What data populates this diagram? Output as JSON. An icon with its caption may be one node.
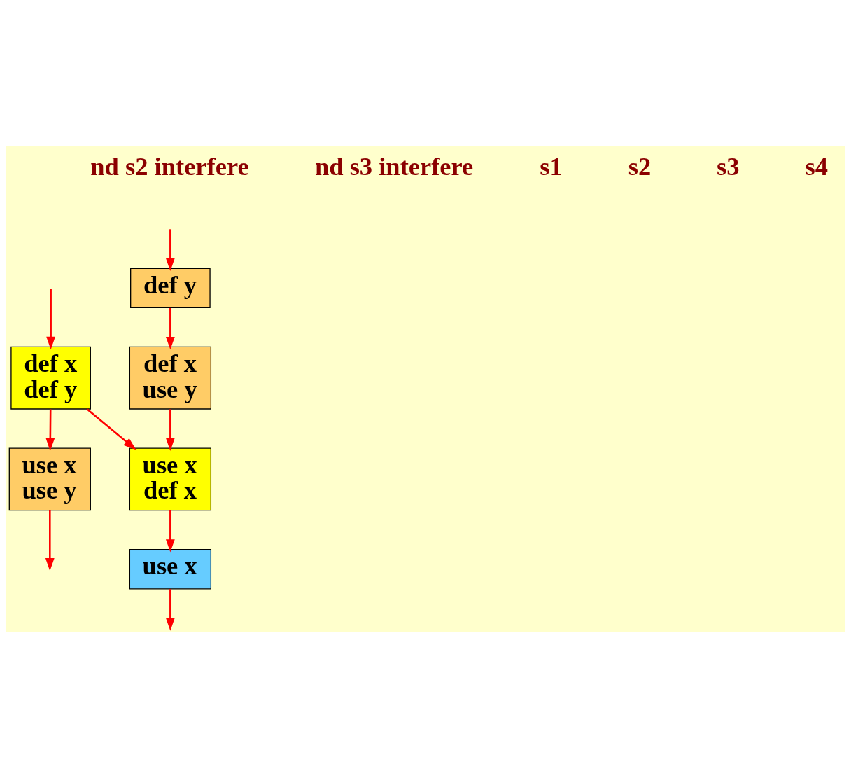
{
  "diagram": {
    "nodes": [
      {
        "text": [
          "def y"
        ]
      },
      {
        "text": [
          "def x",
          "def y"
        ]
      },
      {
        "text": [
          "def x",
          "use y"
        ]
      },
      {
        "text": [
          "use x",
          "use y"
        ]
      },
      {
        "text": [
          "use x",
          "def x"
        ]
      },
      {
        "text": [
          "use x"
        ]
      }
    ],
    "edges": [
      {
        "from": null,
        "to": 0,
        "arrow": "to"
      },
      {
        "from": 0,
        "to": 2,
        "arrow": "to"
      },
      {
        "from": null,
        "to": 1,
        "arrow": "to"
      },
      {
        "from": 1,
        "to": 3,
        "arrow": "to"
      },
      {
        "from": 1,
        "to": 4,
        "arrow": "to"
      },
      {
        "from": 2,
        "to": 4,
        "arrow": "to"
      },
      {
        "from": 4,
        "to": 5,
        "arrow": "to"
      },
      {
        "from": 3,
        "to": null,
        "arrow": "to"
      },
      {
        "from": 5,
        "to": null,
        "arrow": "to"
      }
    ],
    "labels": [
      "nd s2 interfere",
      "nd s3 interfere",
      "s1",
      "s2",
      "s3",
      "s4"
    ]
  }
}
